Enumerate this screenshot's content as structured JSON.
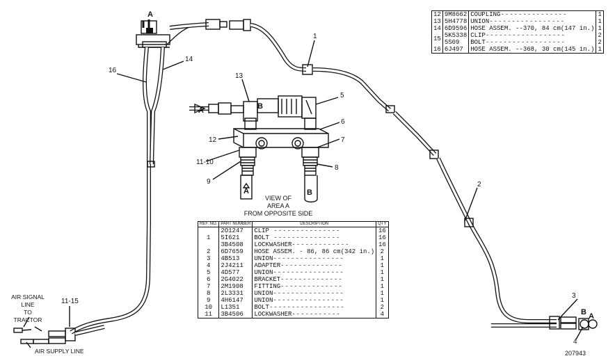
{
  "diagram": {
    "callouts": [
      "1",
      "2",
      "3",
      "4",
      "5",
      "6",
      "7",
      "8",
      "9",
      "11-10",
      "12",
      "13",
      "14",
      "16",
      "11-15"
    ],
    "connector_labels": [
      "A",
      "B"
    ],
    "view_caption": [
      "VIEW OF",
      "AREA A",
      "FROM OPPOSITE SIDE"
    ],
    "air_signal_label": [
      "AIR SIGNAL",
      "LINE",
      "TO",
      "TRACTOR"
    ],
    "air_supply_label": "AIR SUPPLY LINE",
    "figure_number": "207943"
  },
  "top_table": {
    "rows": [
      {
        "ref": "12",
        "part": "9M8662",
        "desc": "COUPLING",
        "qty": "1"
      },
      {
        "ref": "13",
        "part": "5H4778",
        "desc": "UNION",
        "qty": "1"
      },
      {
        "ref": "14",
        "part": "6D9596",
        "desc": "HOSE ASSEM. --370, 84 cm(147 in.)",
        "qty": "1"
      },
      {
        "ref": "15",
        "part": "5K5338",
        "desc": "CLIP",
        "qty": "2"
      },
      {
        "ref": "",
        "part": "5S09",
        "desc": "BOLT",
        "qty": "2"
      },
      {
        "ref": "16",
        "part": "6J497",
        "desc": "HOSE ASSEM. --368, 30 cm(145 in.)",
        "qty": "1"
      }
    ]
  },
  "main_table": {
    "headers": {
      "ref": "REF. NO.",
      "part": "PART NUMBER",
      "desc": "DESCRIPTION",
      "qty": "QTY"
    },
    "rows": [
      {
        "ref": "",
        "part": "2O1247",
        "desc": "CLIP",
        "qty": "16"
      },
      {
        "ref": "1",
        "part": "5I621",
        "desc": "BOLT",
        "qty": "16"
      },
      {
        "ref": "",
        "part": "3B4508",
        "desc": "LOCKWASHER",
        "qty": "16"
      },
      {
        "ref": "2",
        "part": "6D7659",
        "desc": "HOSE ASSEM. - 86, 86 cm(342 in.)",
        "qty": "2"
      },
      {
        "ref": "3",
        "part": "4B513",
        "desc": "UNION",
        "qty": "1"
      },
      {
        "ref": "4",
        "part": "2J4211",
        "desc": "ADAPTER",
        "qty": "1"
      },
      {
        "ref": "5",
        "part": "4D577",
        "desc": "UNION",
        "qty": "1"
      },
      {
        "ref": "6",
        "part": "2G4022",
        "desc": "BRACKET",
        "qty": "1"
      },
      {
        "ref": "7",
        "part": "2M1908",
        "desc": "FITTING",
        "qty": "1"
      },
      {
        "ref": "8",
        "part": "2L3331",
        "desc": "UNION",
        "qty": "1"
      },
      {
        "ref": "9",
        "part": "4H6147",
        "desc": "UNION",
        "qty": "1"
      },
      {
        "ref": "10",
        "part": "L1351",
        "desc": "BOLT",
        "qty": "2"
      },
      {
        "ref": "11",
        "part": "3B4506",
        "desc": "LOCKWASHER",
        "qty": "4"
      }
    ]
  }
}
